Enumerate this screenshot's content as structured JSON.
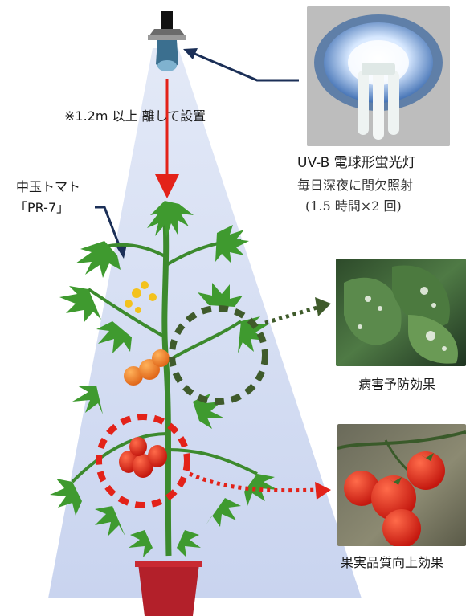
{
  "distance_note": "※1.2m 以上  離して設置",
  "tomato": {
    "name_line1": "中玉トマト",
    "name_line2": "「PR-7」"
  },
  "lamp": {
    "title": "UV-B 電球形蛍光灯",
    "schedule_line1": "毎日深夜に間欠照射",
    "schedule_line2": "(1.5 時間×2 回)"
  },
  "effects": {
    "disease_prevention": "病害予防効果",
    "fruit_quality": "果実品質向上効果"
  },
  "colors": {
    "light_cone": "#d3dcf0",
    "red_arrow": "#e32219",
    "green_circle": "#3f5b2b",
    "navy_arrow": "#1b2f57",
    "pot": "#b3202a",
    "leaf": "#3f9a2f"
  }
}
